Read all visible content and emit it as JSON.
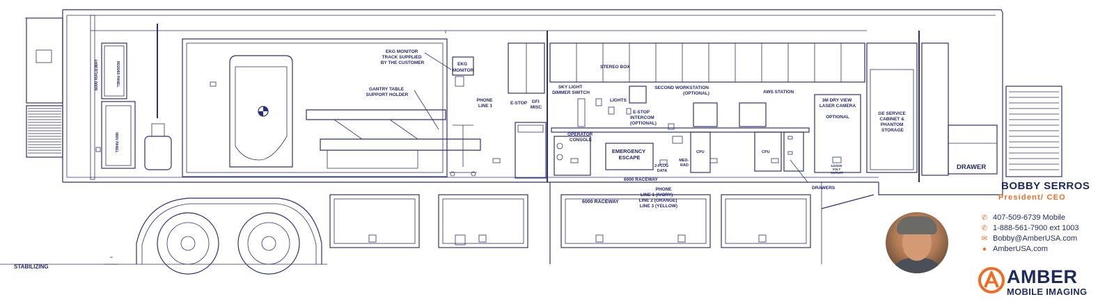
{
  "diagram": {
    "labels": {
      "raceway_vertical": "6000 RACEWAY",
      "panel_top": "80/20/60 PANEL",
      "panel_480": "480V PANEL",
      "ekg_monitor_track": [
        "EKG MONITOR",
        "TRACK SUPPLIED",
        "BY THE CUSTOMER"
      ],
      "ekg_box": [
        "EKG",
        "MONITOR"
      ],
      "gantry_table": [
        "GANTRY TABLE",
        "SUPPORT HOLDER"
      ],
      "phone_line1": [
        "PHONE",
        "LINE 1"
      ],
      "estop": "E-STOP",
      "gfi_misc": [
        "GFI",
        "MISC"
      ],
      "sky_light": [
        "SKY LIGHT",
        "DIMMER SWITCH"
      ],
      "lights": "LIGHTS",
      "stereo_box": "STEREO BOX",
      "estop_intercom": [
        "E-STOP",
        "INTERCOM",
        "(OPTIONAL)"
      ],
      "second_workstation": [
        "SECOND WORKSTATION",
        "(OPTIONAL)"
      ],
      "aws_station": "AWS STATION",
      "laser_camera": [
        "3M DRY VIEW",
        "LASER CAMERA"
      ],
      "optional": "OPTIONAL",
      "ge_service": [
        "GE SERVICE",
        "CABINET &",
        "PHANTOM",
        "STORAGE"
      ],
      "operator_console": [
        "OPERATOR",
        "CONSOLE"
      ],
      "emergency_escape": [
        "EMERGENCY",
        "ESCAPE"
      ],
      "cpu": "CPU",
      "two_plug_data": [
        "2-PLUG",
        "DATA"
      ],
      "med_rad": [
        "MED-",
        "RAD"
      ],
      "volt_outlet": [
        "110/220",
        "VOLT",
        "OUTLET"
      ],
      "drawer": "DRAWER",
      "drawers": "DRAWERS",
      "raceway_bottom_right": "6000 RACEWAY",
      "raceway_bottom_left": "6000  RACEWAY",
      "phone_lines": [
        "PHONE",
        "LINE 1 (IVORY)",
        "LINE 2 (ORANGE)",
        "LINE 3 (YELLOW)"
      ],
      "stabilizing": "STABILIZING"
    }
  },
  "contact_card": {
    "name": "BOBBY SERROS",
    "title": "President/ CEO",
    "mobile": "407-509-6739 Mobile",
    "office": "1-888-561-7900 ext 1003",
    "email": "Bobby@AmberUSA.com",
    "website": "AmberUSA.com",
    "icons": {
      "mobile": "phone-icon",
      "office": "phone-icon",
      "email": "email-icon",
      "website": "globe-icon"
    }
  },
  "logo": {
    "name": "AMBER",
    "subtitle": "MOBILE IMAGING"
  },
  "colors": {
    "blueprint": "#2b2f7a",
    "text_dark": "#1f2a5c",
    "accent": "#f26b21"
  }
}
